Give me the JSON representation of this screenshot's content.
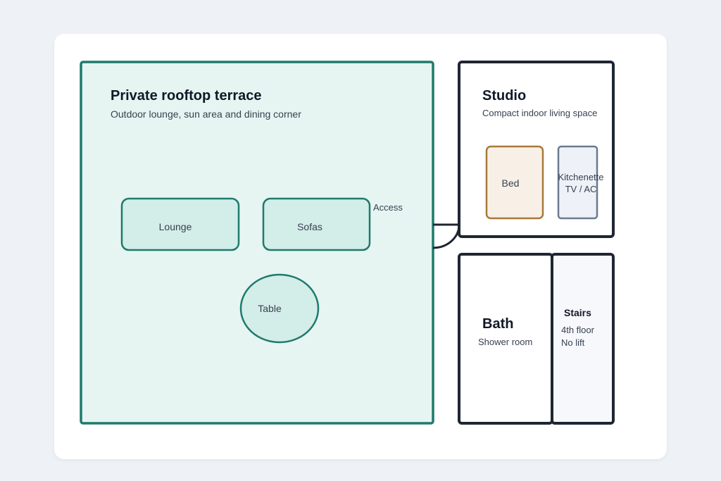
{
  "colors": {
    "terrace_stroke": "#1f7a6c",
    "terrace_fill": "#e6f5f2",
    "furniture_fill": "#d3ede8",
    "room_stroke": "#1e2633",
    "bed_stroke": "#a8793a",
    "bed_fill": "#f8f0e6",
    "kitchen_stroke": "#6b7a90",
    "kitchen_fill": "#eef1f7",
    "stairs_fill": "#f6f8fb"
  },
  "terrace": {
    "title": "Private rooftop terrace",
    "subtitle": "Outdoor lounge, sun area and dining corner",
    "lounge": "Lounge",
    "sofas": "Sofas",
    "table": "Table"
  },
  "access": {
    "label": "Access"
  },
  "studio": {
    "title": "Studio",
    "subtitle": "Compact indoor living space",
    "bed": "Bed",
    "kitchenette_line1": "Kitchenette",
    "kitchenette_line2": "TV / AC"
  },
  "bath": {
    "title": "Bath",
    "subtitle": "Shower room"
  },
  "stairs": {
    "title": "Stairs",
    "line1": "4th floor",
    "line2": "No lift"
  }
}
